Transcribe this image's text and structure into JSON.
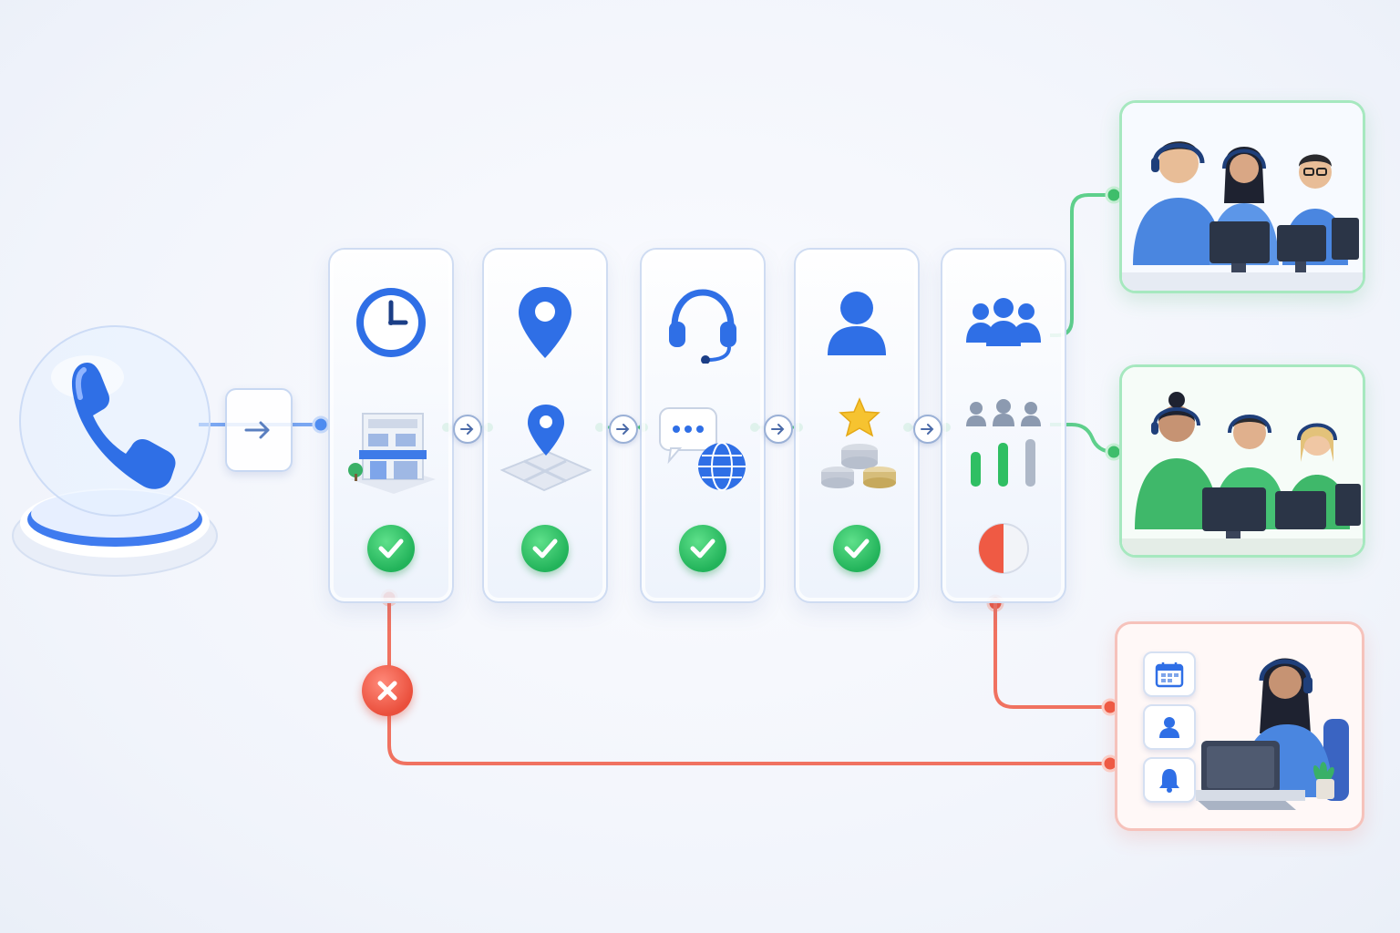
{
  "diagram": {
    "entry": {
      "icon": "phone-icon",
      "router_icon": "arrow-right-icon"
    },
    "stages": [
      {
        "id": "hours",
        "top_icon": "clock-icon",
        "mid_icon": "storefront-icon",
        "status": "pass",
        "status_icon": "check-icon"
      },
      {
        "id": "location",
        "top_icon": "location-pin-icon",
        "mid_icon": "map-pin-icon",
        "status": "pass",
        "status_icon": "check-icon"
      },
      {
        "id": "language",
        "top_icon": "headset-icon",
        "mid_icon": "chat-globe-icon",
        "status": "pass",
        "status_icon": "check-icon"
      },
      {
        "id": "customer-priority",
        "top_icon": "user-icon",
        "mid_icon": "star-coins-icon",
        "status": "pass",
        "status_icon": "check-icon"
      },
      {
        "id": "team-availability",
        "top_icon": "group-icon",
        "mid_icon": "availability-bars-icon",
        "status": "partial",
        "status_icon": "half-circle-icon"
      }
    ],
    "fallback": {
      "icon": "x-icon"
    },
    "destinations": [
      {
        "id": "blue-team",
        "agents": 3,
        "shirt_color": "#4a86e0"
      },
      {
        "id": "green-team",
        "agents": 3,
        "shirt_color": "#3fb86a"
      },
      {
        "id": "callback-agent",
        "agents": 1,
        "shirt_color": "#4a86e0",
        "side_icons": [
          "calendar-icon",
          "user-icon",
          "bell-icon"
        ]
      }
    ],
    "colors": {
      "primary_blue": "#2f6fe6",
      "success_green": "#2fbf63",
      "error_red": "#ef5a44",
      "card_border": "#cfdcf2"
    }
  }
}
